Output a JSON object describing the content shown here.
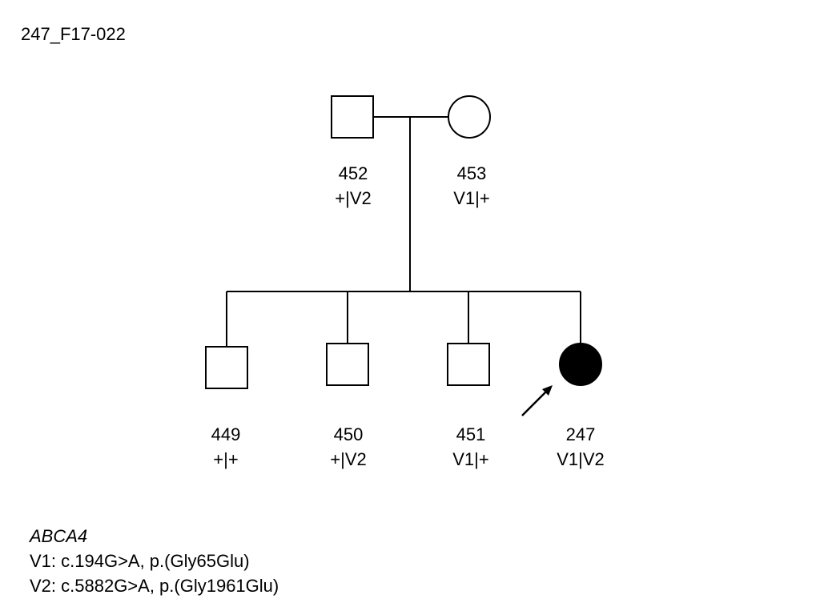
{
  "family_id": "247_F17-022",
  "individuals": [
    {
      "id": "452",
      "genotype": "+|V2",
      "sex": "male",
      "affected": false,
      "proband": false
    },
    {
      "id": "453",
      "genotype": "V1|+",
      "sex": "female",
      "affected": false,
      "proband": false
    },
    {
      "id": "449",
      "genotype": "+|+",
      "sex": "male",
      "affected": false,
      "proband": false
    },
    {
      "id": "450",
      "genotype": "+|V2",
      "sex": "male",
      "affected": false,
      "proband": false
    },
    {
      "id": "451",
      "genotype": "V1|+",
      "sex": "male",
      "affected": false,
      "proband": false
    },
    {
      "id": "247",
      "genotype": "V1|V2",
      "sex": "female",
      "affected": true,
      "proband": true
    }
  ],
  "legend": {
    "gene": "ABCA4",
    "variants": [
      "V1: c.194G>A, p.(Gly65Glu)",
      "V2: c.5882G>A, p.(Gly1961Glu)"
    ]
  },
  "colors": {
    "line": "#000000",
    "affected_fill": "#000000",
    "unaffected_fill": "#ffffff"
  }
}
